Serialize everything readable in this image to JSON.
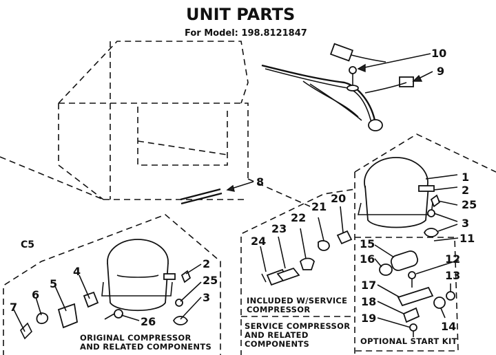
{
  "title": "UNIT PARTS",
  "model_line": "For Model: 198.8121847",
  "page_code": "C5",
  "callouts": [
    "1",
    "2",
    "3",
    "4",
    "5",
    "6",
    "7",
    "8",
    "9",
    "10",
    "11",
    "12",
    "13",
    "14",
    "15",
    "16",
    "17",
    "18",
    "19",
    "20",
    "21",
    "22",
    "23",
    "24",
    "25",
    "26"
  ],
  "captions": {
    "original_line1": "ORIGINAL COMPRESSOR",
    "original_line2": "AND RELATED COMPONENTS",
    "included_line1": "INCLUDED W/SERVICE",
    "included_line2": "COMPRESSOR",
    "service_line1": "SERVICE COMPRESSOR",
    "service_line2": "AND RELATED",
    "service_line3": "COMPONENTS",
    "start_kit": "OPTIONAL START KIT"
  }
}
